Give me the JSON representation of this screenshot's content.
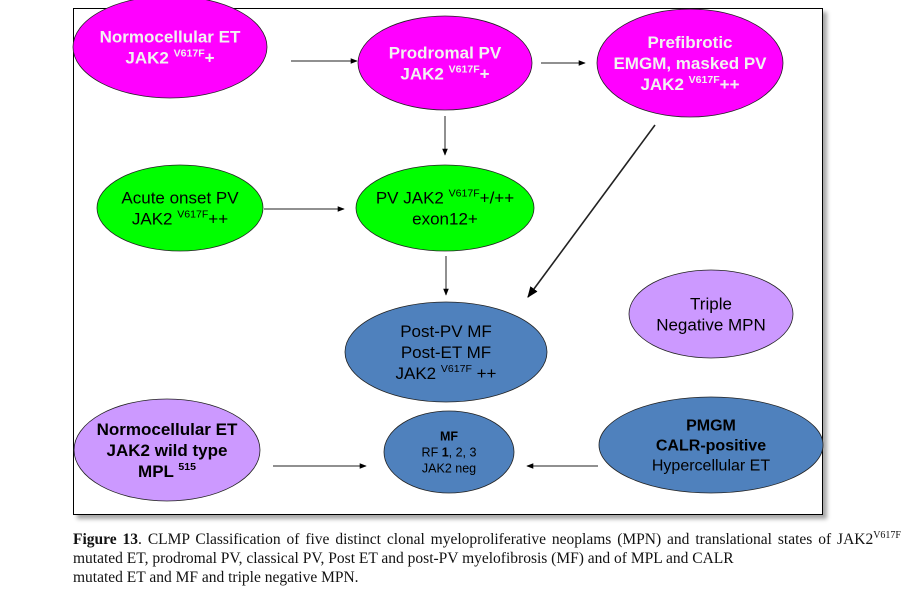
{
  "diagram": {
    "colors": {
      "magenta": "#FF00FF",
      "green": "#00FF00",
      "blue": "#4F81BD",
      "lavender": "#CC99FF",
      "light_text": "#F2F2F2",
      "dark_text": "#000000"
    },
    "nodes": [
      {
        "id": "normocellular-et-jak2",
        "fill": "magenta",
        "text_color": "light_text",
        "bold": true,
        "lines": [
          {
            "text": "Normocellular ET"
          },
          {
            "text": "JAK2 ",
            "sup": "V617F",
            "after": "+"
          }
        ]
      },
      {
        "id": "prodromal-pv",
        "fill": "magenta",
        "text_color": "light_text",
        "bold": true,
        "lines": [
          {
            "text": "Prodromal PV"
          },
          {
            "text": "JAK2 ",
            "sup": "V617F",
            "after": "+"
          }
        ]
      },
      {
        "id": "prefibrotic-emgm",
        "fill": "magenta",
        "text_color": "light_text",
        "bold": true,
        "lines": [
          {
            "text": "Prefibrotic"
          },
          {
            "text": "EMGM, masked PV"
          },
          {
            "text": "JAK2 ",
            "sup": "V617F",
            "after": "++"
          }
        ]
      },
      {
        "id": "acute-onset-pv",
        "fill": "green",
        "text_color": "dark_text",
        "bold": false,
        "lines": [
          {
            "text": "Acute onset PV"
          },
          {
            "text": "JAK2 ",
            "sup": "V617F",
            "after": "++"
          }
        ]
      },
      {
        "id": "pv-jak2",
        "fill": "green",
        "text_color": "dark_text",
        "bold": false,
        "lines": [
          {
            "text": "PV JAK2 ",
            "sup": "V617F",
            "after": "+/++"
          },
          {
            "text": "exon12+"
          }
        ]
      },
      {
        "id": "post-pv-mf",
        "fill": "blue",
        "text_color": "dark_text",
        "bold": false,
        "lines": [
          {
            "text": "Post-PV MF"
          },
          {
            "text": "Post-ET MF"
          },
          {
            "text": "JAK2 ",
            "sup": "V617F",
            "after": " ++"
          }
        ]
      },
      {
        "id": "triple-negative-mpn",
        "fill": "lavender",
        "text_color": "dark_text",
        "bold": false,
        "lines": [
          {
            "text": "Triple"
          },
          {
            "text": "Negative MPN"
          }
        ]
      },
      {
        "id": "normocellular-et-mpl",
        "fill": "lavender",
        "text_color": "dark_text",
        "bold": true,
        "lines": [
          {
            "text": "Normocellular ET"
          },
          {
            "text": "JAK2 wild type"
          },
          {
            "text": "MPL ",
            "sup": "515",
            "after": ""
          }
        ]
      },
      {
        "id": "mf-jak2-neg",
        "fill": "blue",
        "text_color": "dark_text",
        "bold": false,
        "lines": [
          {
            "text": "MF",
            "bold": true
          },
          {
            "text": "RF ",
            "bold_part": "1",
            "after": ", 2, 3"
          },
          {
            "text": "JAK2 neg"
          }
        ]
      },
      {
        "id": "pmgm-calr",
        "fill": "blue",
        "text_color": "dark_text",
        "bold": false,
        "lines": [
          {
            "text": "PMGM",
            "bold": true
          },
          {
            "text": "CALR-positive",
            "bold": true
          },
          {
            "text": "Hypercellular ET"
          }
        ]
      }
    ],
    "edges": [
      {
        "from": "normocellular-et-jak2",
        "to": "prodromal-pv"
      },
      {
        "from": "prodromal-pv",
        "to": "prefibrotic-emgm"
      },
      {
        "from": "prodromal-pv",
        "to": "pv-jak2"
      },
      {
        "from": "acute-onset-pv",
        "to": "pv-jak2"
      },
      {
        "from": "pv-jak2",
        "to": "post-pv-mf"
      },
      {
        "from": "prefibrotic-emgm",
        "to": "post-pv-mf"
      },
      {
        "from": "normocellular-et-mpl",
        "to": "mf-jak2-neg"
      },
      {
        "from": "pmgm-calr",
        "to": "mf-jak2-neg"
      }
    ]
  },
  "caption": {
    "label": "Figure 13",
    "part1": ". CLMP Classification of five distinct clonal myeloproliferative neoplams (MPN) and translational states of JAK2",
    "sup": "V617F",
    "part2": " mutated ET, prodromal PV, classical PV, Post ET and post-PV myelofibrosis (MF) and of MPL and CALR",
    "part3": "mutated ET and MF and triple negative MPN."
  }
}
